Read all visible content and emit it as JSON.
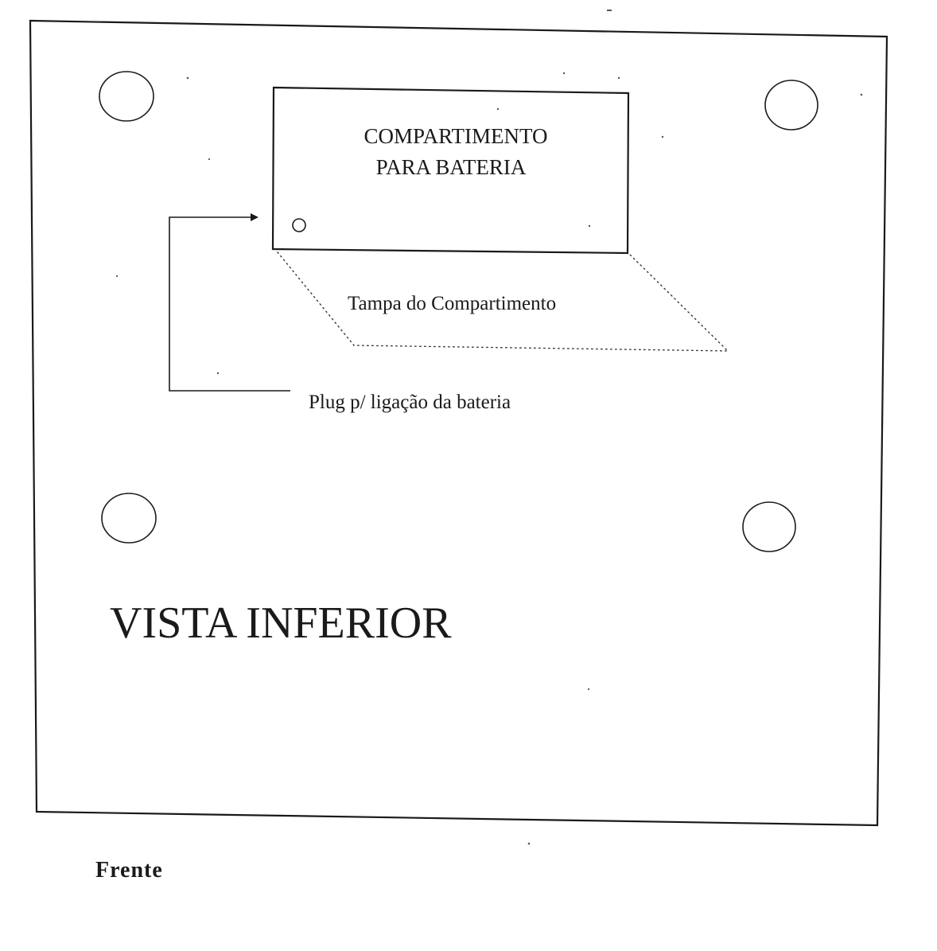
{
  "diagram": {
    "compartment_label": {
      "line1": "COMPARTIMENTO",
      "line2": "PARA BATERIA"
    },
    "lid_label": "Tampa do Compartimento",
    "plug_label": "Plug p/ ligação da bateria",
    "view_title": "VISTA INFERIOR",
    "front_label": "Frente"
  }
}
